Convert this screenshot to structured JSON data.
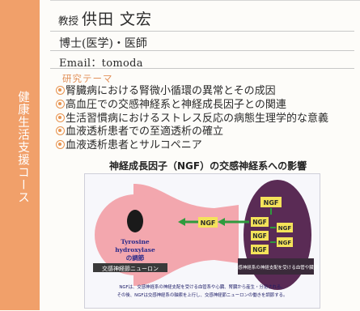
{
  "sidebar": {
    "course_name": "健康生活支援コース",
    "bg_color": "#f1a06a"
  },
  "profile": {
    "title": "教授",
    "name": "供田 文宏",
    "degree": "博士(医学)・医師",
    "email": "Email：tomoda"
  },
  "research": {
    "heading": "研究テーマ",
    "accent_color": "#e2915a",
    "bullet_icon": "double-circle-icon",
    "topics": [
      "腎臓病における腎微小循環の異常とその成因",
      "高血圧での交感神経系と神経成長因子との関連",
      "生活習慣病におけるストレス反応の病態生理学的な意義",
      "血液透析患者での至適透析の確立",
      "血液透析患者とサルコペニア"
    ]
  },
  "figure": {
    "title": "神経成長因子（NGF）の交感神経系への影響",
    "tyrosine_label": "Tyrosine hydroxylase の調節",
    "ngf_label": "NGF",
    "neuron_caption": "交感神経節ニューロン",
    "target_caption": "交感神経系の神経支配を受ける血管や臓器",
    "note_line1": "NGFは、交感神経系の神経支配を受ける血管系や心臓、腎臓から産生・分泌される。",
    "note_line2": "その後、NGFは交感神経系の軸索を上行し、交感神経節ニューロンの働きを調節する。",
    "colors": {
      "neuron": "#f3a7ae",
      "target": "#5a2b55",
      "ngf_box": "#f4e35a",
      "arrow": "#2f9b3e"
    }
  }
}
